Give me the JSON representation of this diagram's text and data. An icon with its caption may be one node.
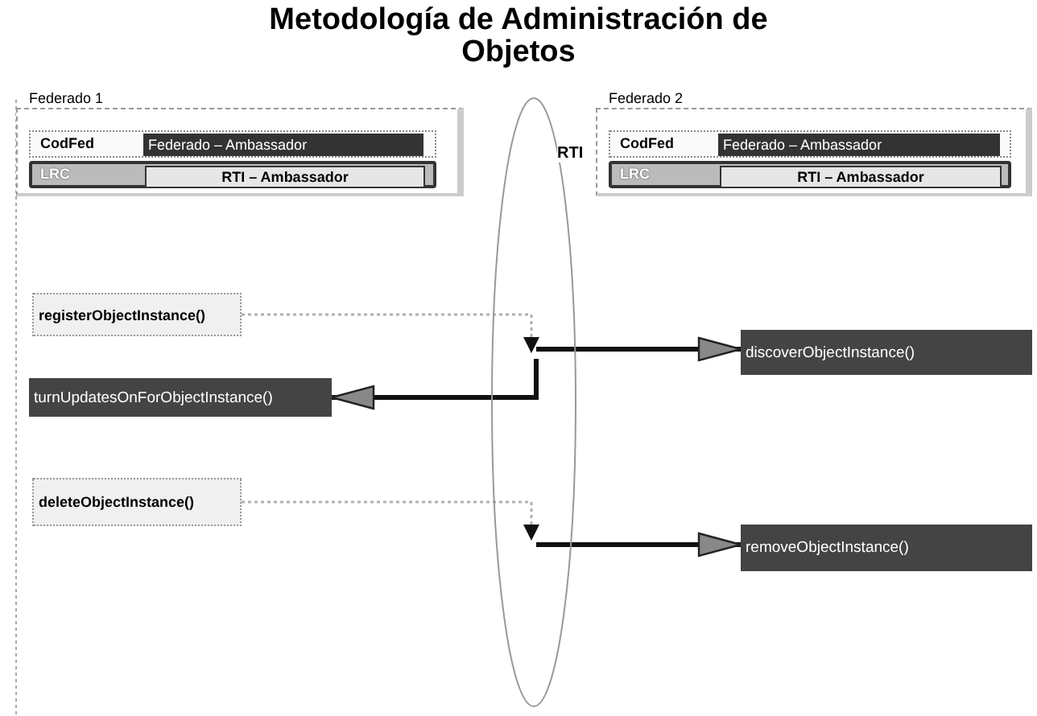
{
  "diagram": {
    "title": "Metodología de Administración de Objetos",
    "nodes": [
      {
        "text": [
          "Federado 1"
        ]
      },
      {
        "text": [
          "CodFed"
        ],
        "in": 0
      },
      {
        "text": [
          "Federado – Ambassador"
        ],
        "in": 1
      },
      {
        "text": [
          "LRC"
        ],
        "in": 0
      },
      {
        "text": [
          "RTI – Ambassador"
        ],
        "in": 3
      },
      {
        "text": [
          "Federado 2"
        ]
      },
      {
        "text": [
          "CodFed"
        ],
        "in": 5
      },
      {
        "text": [
          "Federado – Ambassador"
        ],
        "in": 6
      },
      {
        "text": [
          "LRC"
        ],
        "in": 5
      },
      {
        "text": [
          "RTI – Ambassador"
        ],
        "in": 8
      },
      {
        "text": [
          "RTI"
        ]
      },
      {
        "text": [
          "registerObjectInstance()"
        ]
      },
      {
        "text": [
          "turnUpdatesOnForObjectInstance()"
        ]
      },
      {
        "text": [
          "deleteObjectInstance()"
        ]
      },
      {
        "text": [
          "discoverObjectInstance()"
        ]
      },
      {
        "text": [
          "removeObjectInstance()"
        ]
      }
    ],
    "edges": [
      {
        "from": 11,
        "to": 10,
        "arrow": "to",
        "style": "dashed",
        "color": "#b0b0b0"
      },
      {
        "from": 10,
        "to": 14,
        "arrow": "to"
      },
      {
        "from": 10,
        "to": 12,
        "arrow": "to"
      },
      {
        "from": 13,
        "to": 10,
        "arrow": "to",
        "style": "dashed",
        "color": "#b0b0b0"
      },
      {
        "from": 10,
        "to": 15,
        "arrow": "to"
      }
    ]
  }
}
